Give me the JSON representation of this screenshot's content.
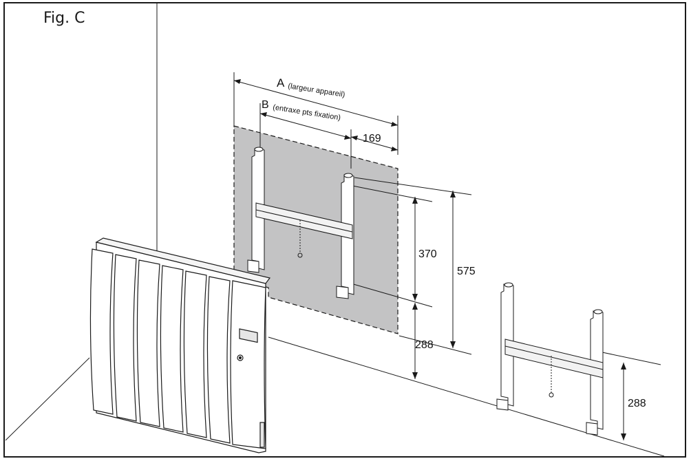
{
  "figure": {
    "label": "Fig. C"
  },
  "dimensions": {
    "a_label": "A",
    "a_desc": "(largeur appareil)",
    "b_label": "B",
    "b_desc": "(entraxe pts fixation)",
    "offset": "169",
    "bracket_span": "370",
    "total_height": "575",
    "floor_height": "288",
    "floor_height_bracket": "288"
  },
  "colors": {
    "line": "#1a1a1a",
    "template_fill": "#c3c3c4",
    "radiator_fill": "#ffffff"
  }
}
